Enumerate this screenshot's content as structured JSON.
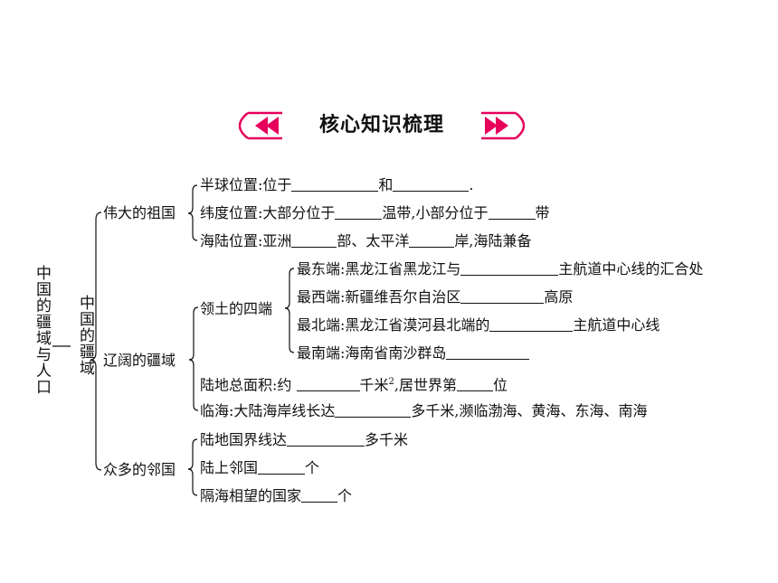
{
  "header": {
    "title": "核心知识梳理"
  },
  "root": "中国的疆域与人口",
  "level1": "中国的疆域",
  "groups": {
    "great": {
      "label": "伟大的祖国",
      "items": {
        "hemisphere": {
          "a": "半球位置:位于",
          "b": "和",
          "c": "."
        },
        "latitude": {
          "a": "纬度位置:大部分位于",
          "b": "温带,小部分位于",
          "c": "带"
        },
        "sealand": {
          "a": "海陆位置:亚洲",
          "b": "部、太平洋",
          "c": "岸,海陆兼备"
        }
      }
    },
    "vast": {
      "label": "辽阔的疆域",
      "four_ends": {
        "label": "领土的四端",
        "east": {
          "a": "最东端:黑龙江省黑龙江与",
          "b": "主航道中心线的汇合处"
        },
        "west": {
          "a": "最西端:新疆维吾尔自治区",
          "b": "高原"
        },
        "north": {
          "a": "最北端:黑龙江省漠河县北端的",
          "b": "主航道中心线"
        },
        "south": {
          "a": "最南端:海南省南沙群岛"
        }
      },
      "area": {
        "a": "陆地总面积:约",
        "b": "千米",
        "sup": "2",
        "c": ",居世界第",
        "d": "位"
      },
      "sea": {
        "a": "临海:大陆海岸线长达",
        "b": "多千米,濒临渤海、黄海、东海、南海"
      }
    },
    "neighbors": {
      "label": "众多的邻国",
      "border": {
        "a": "陆地国界线达",
        "b": "多千米"
      },
      "land": {
        "a": "陆上邻国",
        "b": "个"
      },
      "across": {
        "a": "隔海相望的国家",
        "b": "个"
      }
    }
  }
}
